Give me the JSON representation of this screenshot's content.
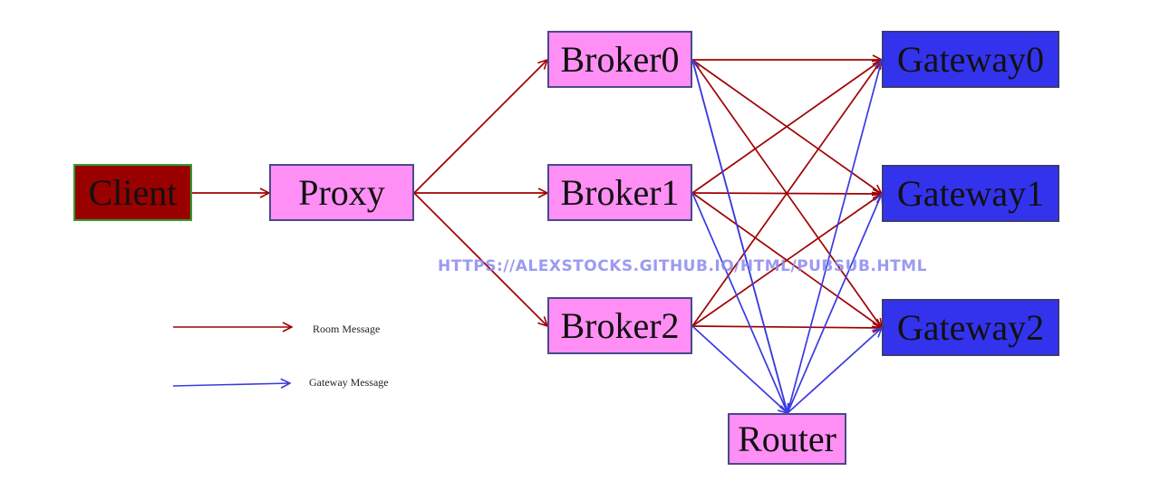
{
  "nodes": {
    "client": "Client",
    "proxy": "Proxy",
    "broker0": "Broker0",
    "broker1": "Broker1",
    "broker2": "Broker2",
    "gateway0": "Gateway0",
    "gateway1": "Gateway1",
    "gateway2": "Gateway2",
    "router": "Router"
  },
  "legend": {
    "room": "Room Message",
    "gateway": "Gateway Message"
  },
  "watermark": "HTTPS://ALEXSTOCKS.GITHUB.IO/HTML/PUBSUB.HTML",
  "colors": {
    "room_message": "#a00000",
    "gateway_message": "#3a3ae0",
    "client_fill": "#990000",
    "broker_fill": "#ff8ff5",
    "gateway_fill": "#3333ee"
  },
  "edges": {
    "room": [
      [
        "client",
        "proxy"
      ],
      [
        "proxy",
        "broker0"
      ],
      [
        "proxy",
        "broker1"
      ],
      [
        "proxy",
        "broker2"
      ],
      [
        "broker0",
        "gateway0"
      ],
      [
        "broker0",
        "gateway1"
      ],
      [
        "broker0",
        "gateway2"
      ],
      [
        "broker1",
        "gateway0"
      ],
      [
        "broker1",
        "gateway1"
      ],
      [
        "broker1",
        "gateway2"
      ],
      [
        "broker2",
        "gateway0"
      ],
      [
        "broker2",
        "gateway1"
      ],
      [
        "broker2",
        "gateway2"
      ]
    ],
    "gateway": [
      [
        "broker0",
        "router"
      ],
      [
        "broker1",
        "router"
      ],
      [
        "broker2",
        "router"
      ],
      [
        "router",
        "broker0"
      ],
      [
        "router",
        "gateway0"
      ],
      [
        "router",
        "gateway1"
      ],
      [
        "router",
        "gateway2"
      ]
    ]
  }
}
